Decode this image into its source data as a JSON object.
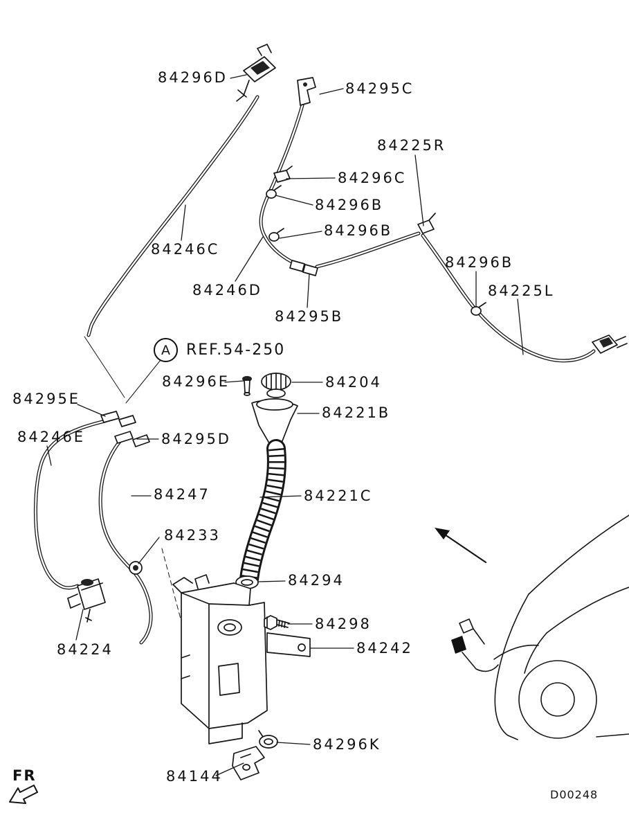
{
  "diagram": {
    "code": "D00248",
    "fr_label": "FR",
    "line_color": "#161616",
    "ref_callout": {
      "marker": "A",
      "text": "REF.54-250"
    },
    "part_labels": [
      {
        "text": "84296D"
      },
      {
        "text": "84295C"
      },
      {
        "text": "84225R"
      },
      {
        "text": "84296C"
      },
      {
        "text": "84296B"
      },
      {
        "text": "84296B"
      },
      {
        "text": "84246C"
      },
      {
        "text": "84246D"
      },
      {
        "text": "84295B"
      },
      {
        "text": "84296B"
      },
      {
        "text": "84225L"
      },
      {
        "text": "84296E"
      },
      {
        "text": "84204"
      },
      {
        "text": "84221B"
      },
      {
        "text": "84295E"
      },
      {
        "text": "84246E"
      },
      {
        "text": "84295D"
      },
      {
        "text": "84247"
      },
      {
        "text": "84221C"
      },
      {
        "text": "84233"
      },
      {
        "text": "84294"
      },
      {
        "text": "84298"
      },
      {
        "text": "84224"
      },
      {
        "text": "84242"
      },
      {
        "text": "84296K"
      },
      {
        "text": "84144"
      }
    ]
  }
}
